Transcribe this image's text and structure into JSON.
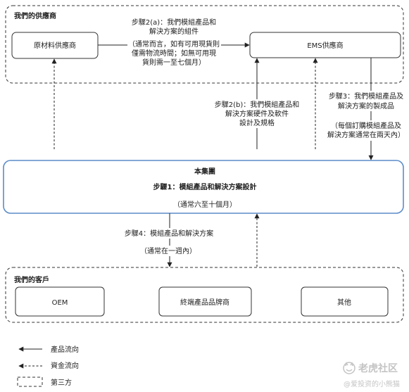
{
  "suppliers_group": {
    "label": "我們的供應商",
    "raw_material_supplier": "原材料供應商",
    "ems_supplier": "EMS供應商"
  },
  "step_2a": {
    "lines": [
      "步驟2(a)：我們模組產品和",
      "解決方案的組件"
    ],
    "note_lines": [
      "（通常而言，如有可用現貨則",
      "僅需物流時間；如無可用現",
      "貨則需一至七個月）"
    ]
  },
  "step_2b": {
    "lines": [
      "步驟2(b)：我們模組產品和",
      "解決方案硬件及軟件",
      "設計及規格"
    ]
  },
  "step_3": {
    "lines": [
      "步驟3：我們模組產品及",
      "解決方案的製成品"
    ],
    "note_lines": [
      "（每個訂購模組產品及",
      "解決方案通常在兩天內）"
    ]
  },
  "group": {
    "title": "本集團",
    "step_1": "步驟1：模組產品和解決方案設計",
    "note": "（通常六至十個月）"
  },
  "step_4": {
    "label": "步驟4：模組產品和解決方案",
    "note": "（通常在一週內）"
  },
  "customers_group": {
    "label": "我們的客戶",
    "items": [
      "OEM",
      "終端產品品牌商",
      "其他"
    ]
  },
  "legend": [
    {
      "icon": "solid-left-arrow-icon",
      "label": "產品流向"
    },
    {
      "icon": "dashed-left-arrow-icon",
      "label": "資金流向"
    },
    {
      "icon": "dashed-box-icon",
      "label": "第三方"
    }
  ],
  "watermark": {
    "logo_icon": "tiger-logo-icon",
    "brand": "老虎社区",
    "handle": "@爱投资的小熊猫"
  },
  "colors": {
    "text": "#222222",
    "line": "#222222",
    "third_party_border": "#333333",
    "group_border": "#5b8cc9",
    "watermark": "#c4c4c4"
  }
}
